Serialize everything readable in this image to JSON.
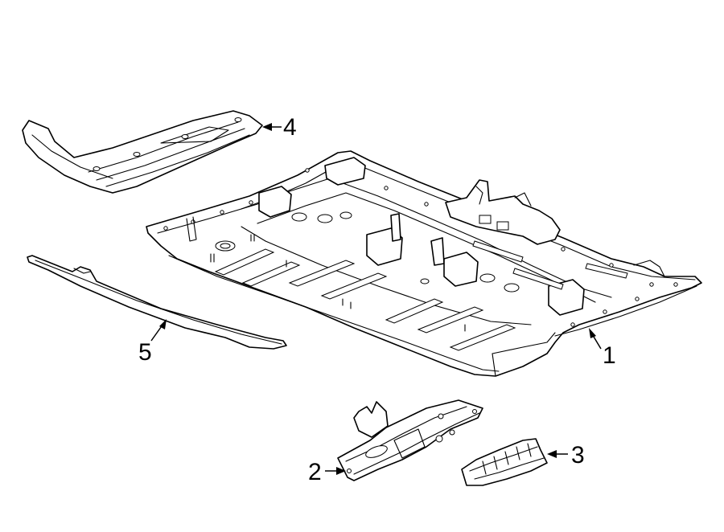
{
  "diagram": {
    "colors": {
      "line": "#000000",
      "fill": "#ffffff",
      "background": "#ffffff"
    },
    "callouts": [
      {
        "id": "1",
        "label": "1"
      },
      {
        "id": "2",
        "label": "2"
      },
      {
        "id": "3",
        "label": "3"
      },
      {
        "id": "4",
        "label": "4"
      },
      {
        "id": "5",
        "label": "5"
      }
    ]
  }
}
